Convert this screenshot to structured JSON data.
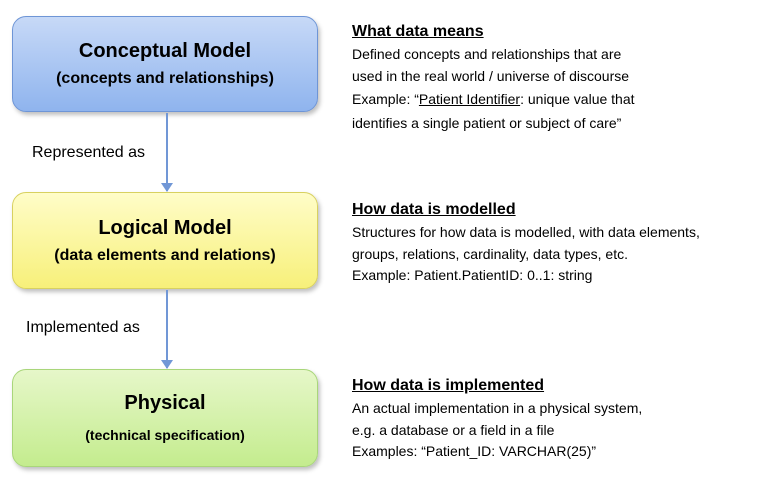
{
  "boxes": [
    {
      "title": "Conceptual Model",
      "subtitle": "(concepts and relationships)"
    },
    {
      "title": "Logical Model",
      "subtitle": "(data elements and relations)"
    },
    {
      "title": "Physical",
      "subtitle": "(technical specification)"
    }
  ],
  "connectors": [
    {
      "label": "Represented as"
    },
    {
      "label": "Implemented as"
    }
  ],
  "descriptions": [
    {
      "heading": "What data means",
      "lines": [
        "Defined concepts and relationships that are",
        "used in the real world / universe of discourse"
      ],
      "example_prefix": "Example: “",
      "example_underlined": "Patient Identifier",
      "example_rest": ": unique value that",
      "example_cont": "identifies a single patient or subject of care”"
    },
    {
      "heading": "How data is modelled",
      "lines": [
        "Structures for how data is modelled, with data elements,",
        "groups, relations, cardinality,  data types, etc.",
        "Example: Patient.PatientID: 0..1: string"
      ]
    },
    {
      "heading": "How data is implemented",
      "lines": [
        "An actual implementation in a physical system,",
        "e.g. a database or a field in a file",
        "Examples: “Patient_ID: VARCHAR(25)”"
      ]
    }
  ]
}
